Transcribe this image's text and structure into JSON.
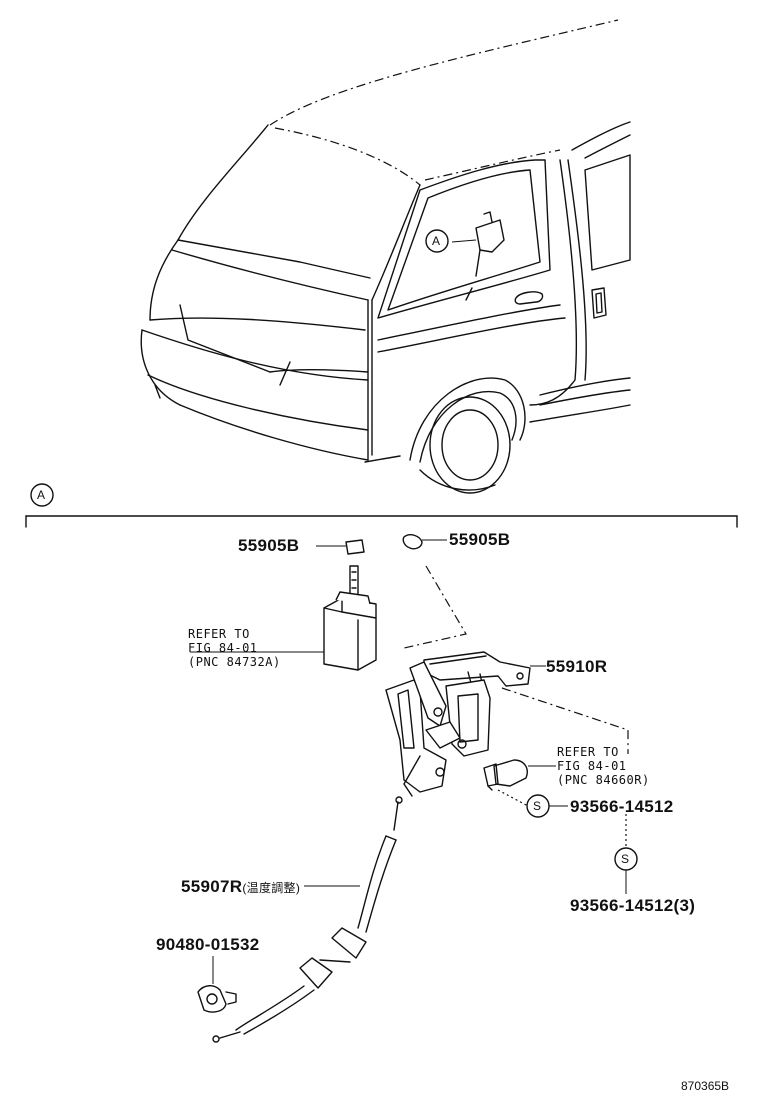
{
  "callouts": {
    "detail": "A",
    "section": "A",
    "screw_s1": "S",
    "screw_s2": "S"
  },
  "labels": {
    "p55905b_left": "55905B",
    "p55905b_right": "55905B",
    "p55910r": "55910R",
    "p55907r": "55907R",
    "p55907r_note": "(温度調整)",
    "p93566_a": "93566-14512",
    "p93566_b": "93566-14512(3)",
    "p90480": "90480-01532"
  },
  "refer_left": {
    "line1": "REFER TO",
    "line2": "FIG 84-01",
    "line3": "(PNC 84732A)"
  },
  "refer_right": {
    "line1": "REFER TO",
    "line2": "FIG 84-01",
    "line3": "(PNC 84660R)"
  },
  "drawing_code": "870365B"
}
